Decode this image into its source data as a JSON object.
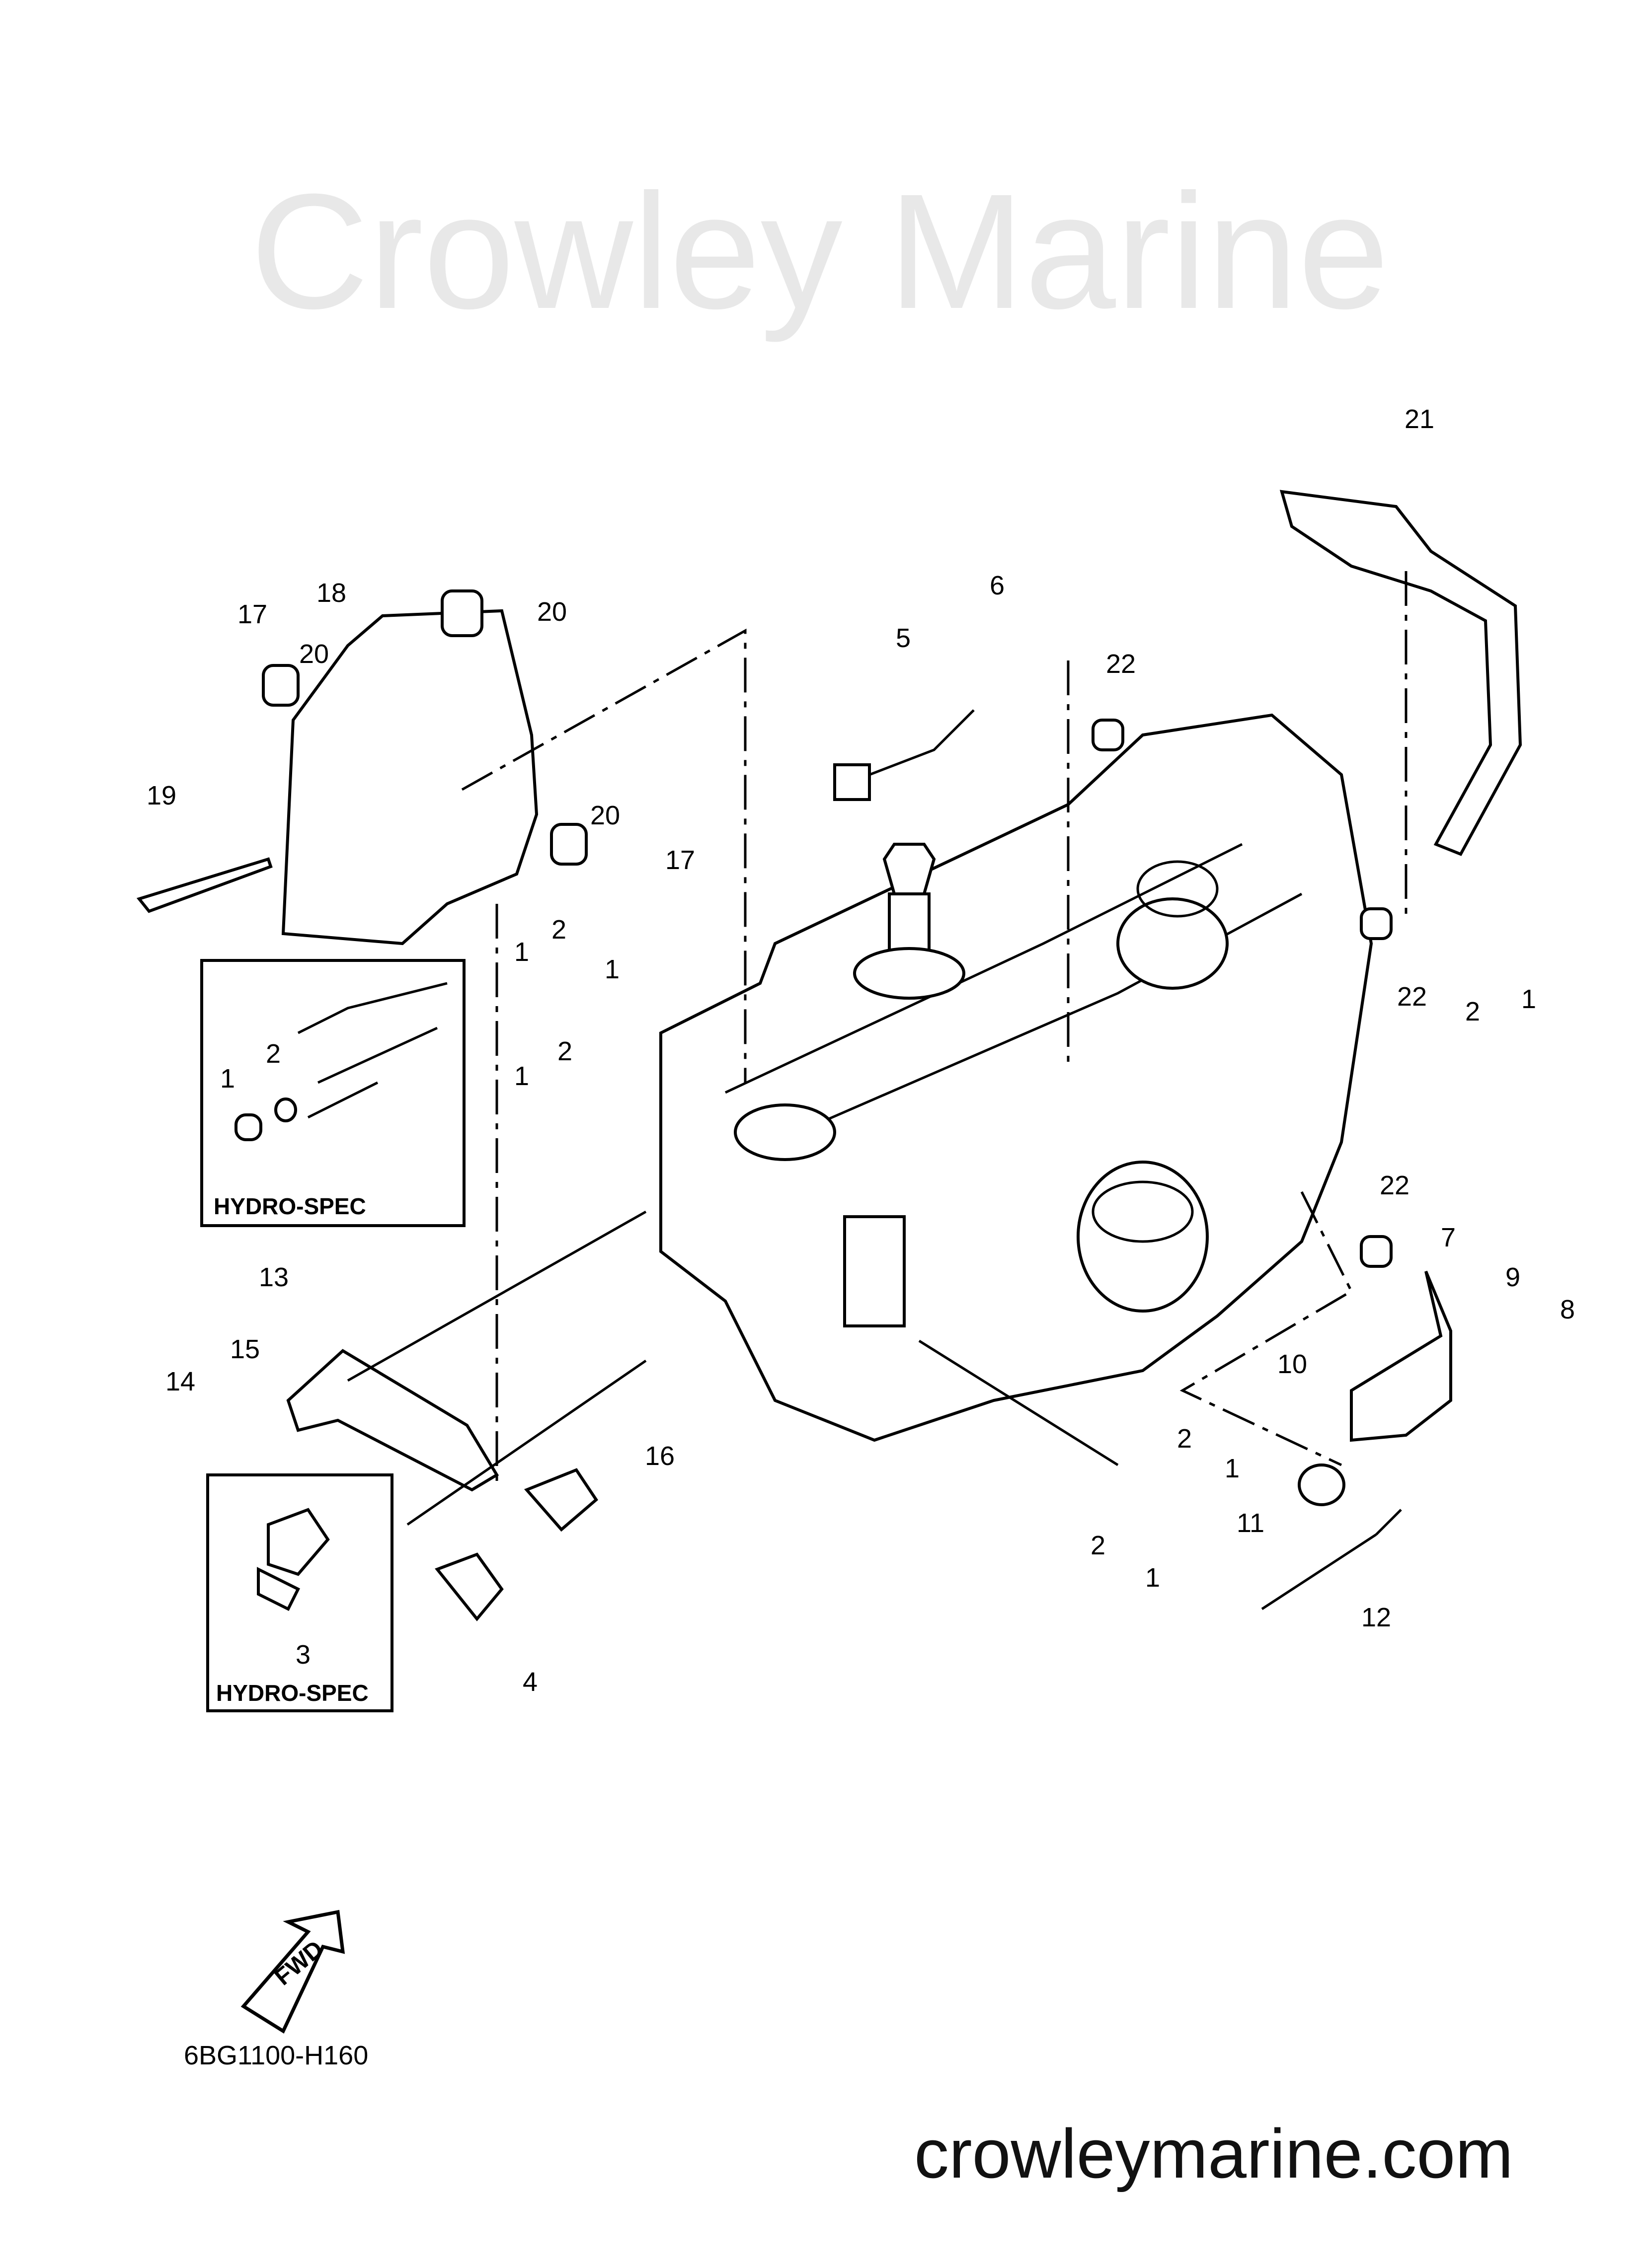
{
  "diagram_code": "6BG1100-H160",
  "watermark": "Crowley Marine",
  "site": "crowleymarine.com",
  "fwd_label": "FWD",
  "insets": [
    {
      "label": "HYDRO-SPEC",
      "callouts": [
        "1",
        "2"
      ]
    },
    {
      "label": "HYDRO-SPEC",
      "callouts": [
        "3"
      ]
    }
  ],
  "callouts": [
    "21",
    "6",
    "5",
    "22",
    "20",
    "18",
    "17",
    "20",
    "19",
    "20",
    "17",
    "1",
    "2",
    "1",
    "1",
    "2",
    "22",
    "2",
    "1",
    "22",
    "7",
    "9",
    "8",
    "13",
    "15",
    "14",
    "16",
    "10",
    "2",
    "1",
    "11",
    "2",
    "1",
    "12",
    "4"
  ]
}
